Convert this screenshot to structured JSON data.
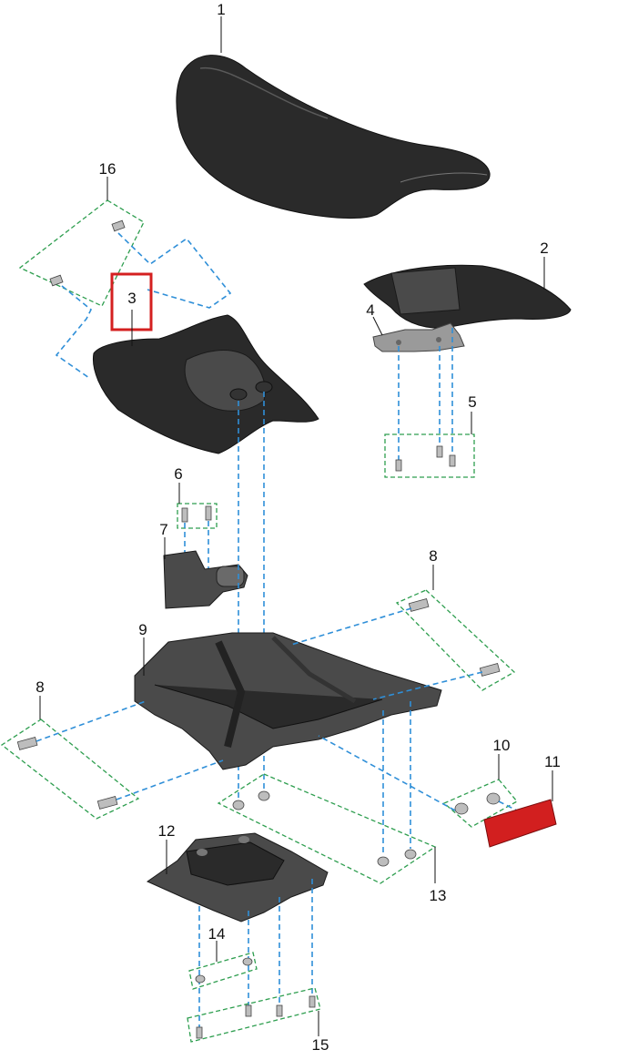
{
  "diagram": {
    "callouts": {
      "p1": "1",
      "p2": "2",
      "p3": "3",
      "p4": "4",
      "p5": "5",
      "p6": "6",
      "p7": "7",
      "p8a": "8",
      "p8b": "8",
      "p9": "9",
      "p10": "10",
      "p11": "11",
      "p12": "12",
      "p13": "13",
      "p14": "14",
      "p15": "15",
      "p16": "16"
    },
    "highlighted_callout": "3",
    "colors": {
      "highlight": "#d42020",
      "group_outline": "#2e9e4f",
      "assembly_axis": "#2f8fd8",
      "part_dark": "#2a2a2a",
      "part_red": "#d21f1f"
    }
  }
}
